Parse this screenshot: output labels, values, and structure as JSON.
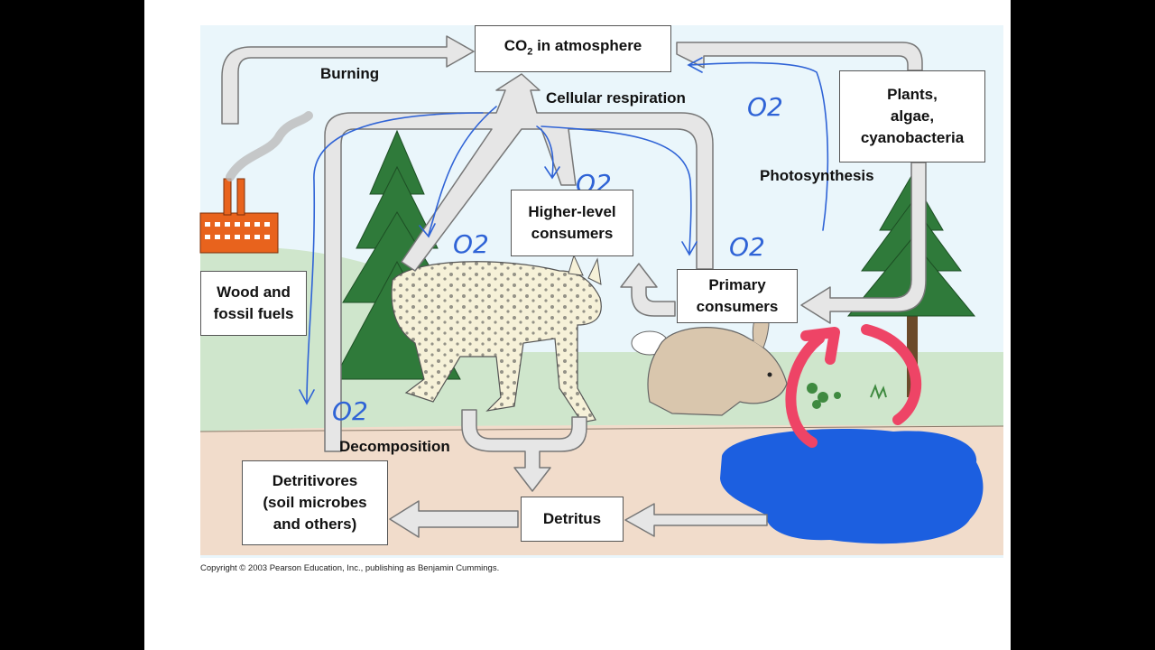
{
  "boxes": {
    "co2": {
      "prefix": "CO",
      "sub": "2",
      "suffix": " in atmosphere"
    },
    "plants": [
      "Plants,",
      "algae,",
      "cyanobacteria"
    ],
    "higher": [
      "Higher-level",
      "consumers"
    ],
    "primary": [
      "Primary",
      "consumers"
    ],
    "wood": [
      "Wood and",
      "fossil fuels"
    ],
    "detritivores": [
      "Detritivores",
      "(soil microbes",
      "and others)"
    ],
    "detritus": "Detritus"
  },
  "labels": {
    "burning": "Burning",
    "respiration": "Cellular respiration",
    "photosynthesis": "Photosynthesis",
    "decomposition": "Decomposition"
  },
  "annotations": {
    "o2": "O2"
  },
  "copyright": "Copyright © 2003 Pearson Education, Inc., publishing as Benjamin Cummings.",
  "colors": {
    "sky": "#eaf6fb",
    "grass": "#cfe6cc",
    "soil": "#f1dccb",
    "arrow_fill": "#e6e6e6",
    "arrow_stroke": "#777777",
    "tree": "#2f7a3a",
    "ink_blue": "#2f63d6",
    "ink_red": "#ee4466",
    "pond": "#1c5fe0"
  }
}
